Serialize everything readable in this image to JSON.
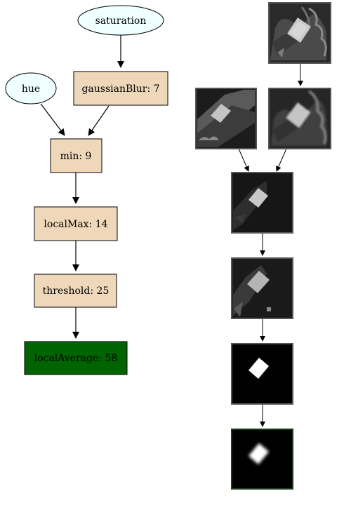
{
  "colors": {
    "source_fill": "#f0ffff",
    "op_fill": "#efd7b9",
    "final_fill": "#006400",
    "stroke": "#000000",
    "thumb_border": "#555555",
    "thumb_border_final": "#1e3a1e"
  },
  "graph": {
    "nodes": [
      {
        "id": "saturation",
        "label": "saturation",
        "shape": "ellipse",
        "kind": "source"
      },
      {
        "id": "hue",
        "label": "hue",
        "shape": "ellipse",
        "kind": "source"
      },
      {
        "id": "gaussianBlur",
        "label": "gaussianBlur: 7",
        "shape": "box",
        "kind": "op"
      },
      {
        "id": "min",
        "label": "min: 9",
        "shape": "box",
        "kind": "op"
      },
      {
        "id": "localMax",
        "label": "localMax: 14",
        "shape": "box",
        "kind": "op"
      },
      {
        "id": "threshold",
        "label": "threshold: 25",
        "shape": "box",
        "kind": "op"
      },
      {
        "id": "localAverage",
        "label": "localAverage: 58",
        "shape": "box",
        "kind": "final"
      }
    ],
    "edges": [
      [
        "saturation",
        "gaussianBlur"
      ],
      [
        "hue",
        "min"
      ],
      [
        "gaussianBlur",
        "min"
      ],
      [
        "min",
        "localMax"
      ],
      [
        "localMax",
        "threshold"
      ],
      [
        "threshold",
        "localAverage"
      ]
    ]
  },
  "thumbnails": {
    "images": [
      {
        "id": "saturation-image",
        "style": "texture-bright"
      },
      {
        "id": "hue-image",
        "style": "gray-diagonal"
      },
      {
        "id": "gaussianBlur-image",
        "style": "texture-blurred"
      },
      {
        "id": "min-image",
        "style": "dark-tile"
      },
      {
        "id": "localMax-image",
        "style": "grown-tile"
      },
      {
        "id": "threshold-image",
        "style": "binary-mask"
      },
      {
        "id": "localAverage-image",
        "style": "smoothed-mask"
      }
    ],
    "edges": [
      [
        "saturation-image",
        "gaussianBlur-image"
      ],
      [
        "hue-image",
        "min-image"
      ],
      [
        "gaussianBlur-image",
        "min-image"
      ],
      [
        "min-image",
        "localMax-image"
      ],
      [
        "localMax-image",
        "threshold-image"
      ],
      [
        "threshold-image",
        "localAverage-image"
      ]
    ]
  }
}
